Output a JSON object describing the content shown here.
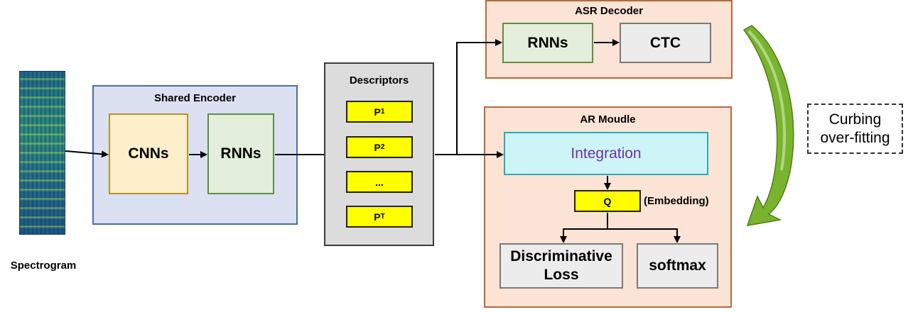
{
  "spectrogram": {
    "label": "Spectrogram"
  },
  "shared_encoder": {
    "title": "Shared Encoder",
    "cnns": "CNNs",
    "rnns": "RNNs"
  },
  "descriptors": {
    "title": "Descriptors",
    "items": [
      {
        "base": "P",
        "sub": "1"
      },
      {
        "base": "P",
        "sub": "2"
      },
      {
        "base": "...",
        "sub": ""
      },
      {
        "base": "P",
        "sub": "T"
      }
    ]
  },
  "asr_decoder": {
    "title": "ASR Decoder",
    "rnns": "RNNs",
    "ctc": "CTC"
  },
  "ar_module": {
    "title": "AR Moudle",
    "integration": "Integration",
    "q": "Q",
    "embedding": "(Embedding)",
    "discriminative_line1": "Discriminative",
    "discriminative_line2": "Loss",
    "softmax": "softmax"
  },
  "curbing": {
    "line1": "Curbing",
    "line2": "over-fitting"
  },
  "colors": {
    "encoder_fill": "#dbe1f1",
    "encoder_border": "#4a6ea8",
    "cnn_fill": "#fdefc9",
    "rnn_fill": "#e3efda",
    "module_fill": "#fbe3d5",
    "module_border": "#b56a3c",
    "integration_fill": "#cdf5f8",
    "integration_text": "#7030a0",
    "descriptor_fill": "#ffff00",
    "arrow_green": "#7ab32e"
  },
  "icons": {
    "feedback_arrow": "curved-green-arrow-icon"
  }
}
